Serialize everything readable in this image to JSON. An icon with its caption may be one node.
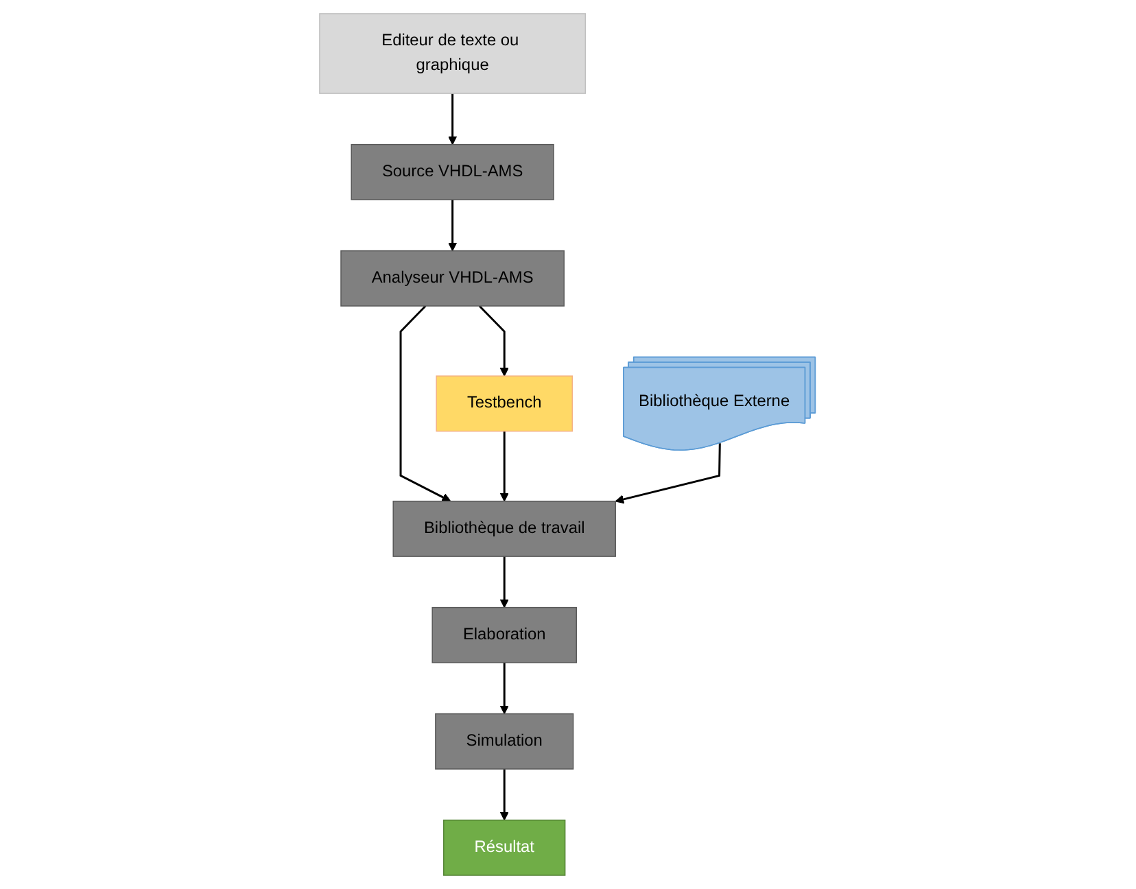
{
  "diagram": {
    "nodes": [
      {
        "text": [
          "Editeur de texte ou graphique"
        ]
      },
      {
        "text": [
          "Source VHDL-AMS"
        ]
      },
      {
        "text": [
          "Analyseur VHDL-AMS"
        ]
      },
      {
        "text": [
          "Testbench"
        ]
      },
      {
        "text": [
          "Bibliothèque de travail"
        ]
      },
      {
        "text": [
          "Bibliothèque Externe"
        ]
      },
      {
        "text": [
          "Elaboration"
        ]
      },
      {
        "text": [
          "Simulation"
        ]
      },
      {
        "text": [
          "Résultat"
        ]
      }
    ],
    "edges": [
      {
        "from": 0,
        "to": 1,
        "arrow": "to"
      },
      {
        "from": 1,
        "to": 2,
        "arrow": "to"
      },
      {
        "from": 2,
        "to": 3,
        "arrow": "to"
      },
      {
        "from": 2,
        "to": 4,
        "arrow": "to"
      },
      {
        "from": 3,
        "to": 4,
        "arrow": "to"
      },
      {
        "from": 5,
        "to": 4,
        "arrow": "to"
      },
      {
        "from": 4,
        "to": 6,
        "arrow": "to"
      },
      {
        "from": 6,
        "to": 7,
        "arrow": "to"
      },
      {
        "from": 7,
        "to": 8,
        "arrow": "to"
      }
    ]
  }
}
